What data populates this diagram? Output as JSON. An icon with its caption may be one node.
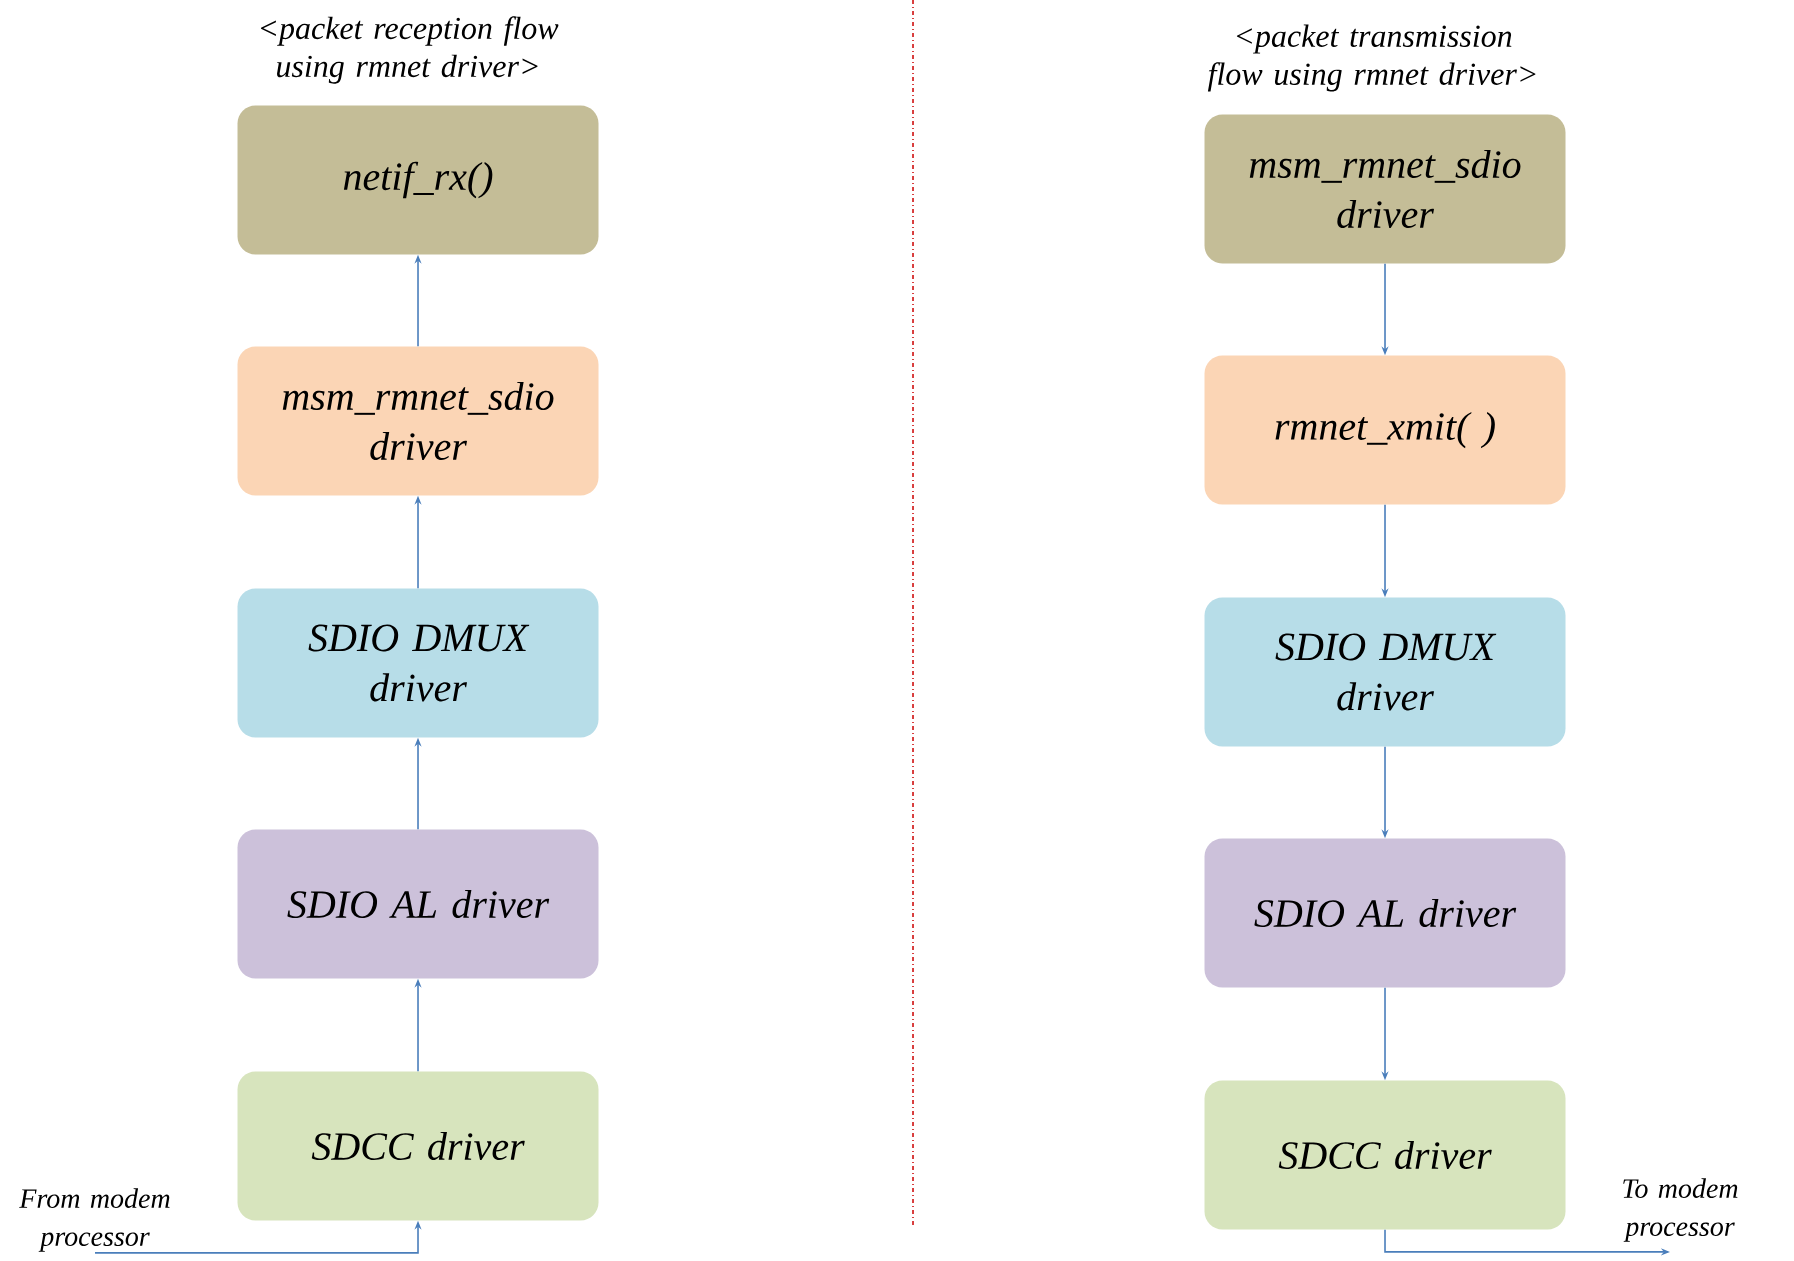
{
  "diagram": {
    "nodes": [
      {
        "text": [
          "netif_rx()"
        ]
      },
      {
        "text": [
          "msm_rmnet_sdio driver"
        ]
      },
      {
        "text": [
          "SDIO DMUX driver"
        ]
      },
      {
        "text": [
          "SDIO AL driver"
        ]
      },
      {
        "text": [
          "SDCC driver"
        ]
      },
      {
        "text": [
          "msm_rmnet_sdio driver"
        ]
      },
      {
        "text": [
          "rmnet_xmit( )"
        ]
      },
      {
        "text": [
          "SDIO DMUX driver"
        ]
      },
      {
        "text": [
          "SDIO AL driver"
        ]
      },
      {
        "text": [
          "SDCC driver"
        ]
      },
      {
        "text": [
          "From modem processor"
        ]
      },
      {
        "text": [
          "To modem processor"
        ]
      }
    ],
    "edges": [
      {
        "from": 1,
        "to": 0,
        "arrow": "to"
      },
      {
        "from": 2,
        "to": 1,
        "arrow": "to"
      },
      {
        "from": 3,
        "to": 2,
        "arrow": "to"
      },
      {
        "from": 4,
        "to": 3,
        "arrow": "to"
      },
      {
        "from": 10,
        "to": 4,
        "arrow": "to"
      },
      {
        "from": 5,
        "to": 6,
        "arrow": "to"
      },
      {
        "from": 6,
        "to": 7,
        "arrow": "to"
      },
      {
        "from": 7,
        "to": 8,
        "arrow": "to"
      },
      {
        "from": 8,
        "to": 9,
        "arrow": "to"
      },
      {
        "from": 9,
        "to": 11,
        "arrow": "to"
      }
    ],
    "labels": [
      "<packet reception flow using rmnet driver>",
      "<packet transmission flow using rmnet driver>"
    ]
  }
}
